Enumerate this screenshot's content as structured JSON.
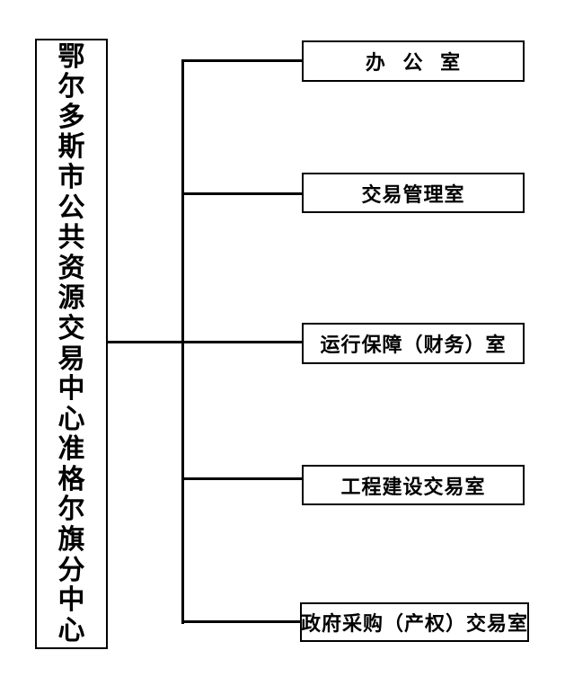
{
  "org_chart": {
    "type": "org-tree",
    "root": {
      "label": "鄂尔多斯市公共资源交易中心准格尔旗分中心"
    },
    "departments": [
      {
        "label": "办 公 室"
      },
      {
        "label": "交易管理室"
      },
      {
        "label": "运行保障（财务）室"
      },
      {
        "label": "工程建设交易室"
      },
      {
        "label": "政府采购（产权）交易室"
      }
    ],
    "colors": {
      "line": "#000000",
      "text": "#000000",
      "background": "#ffffff"
    }
  }
}
